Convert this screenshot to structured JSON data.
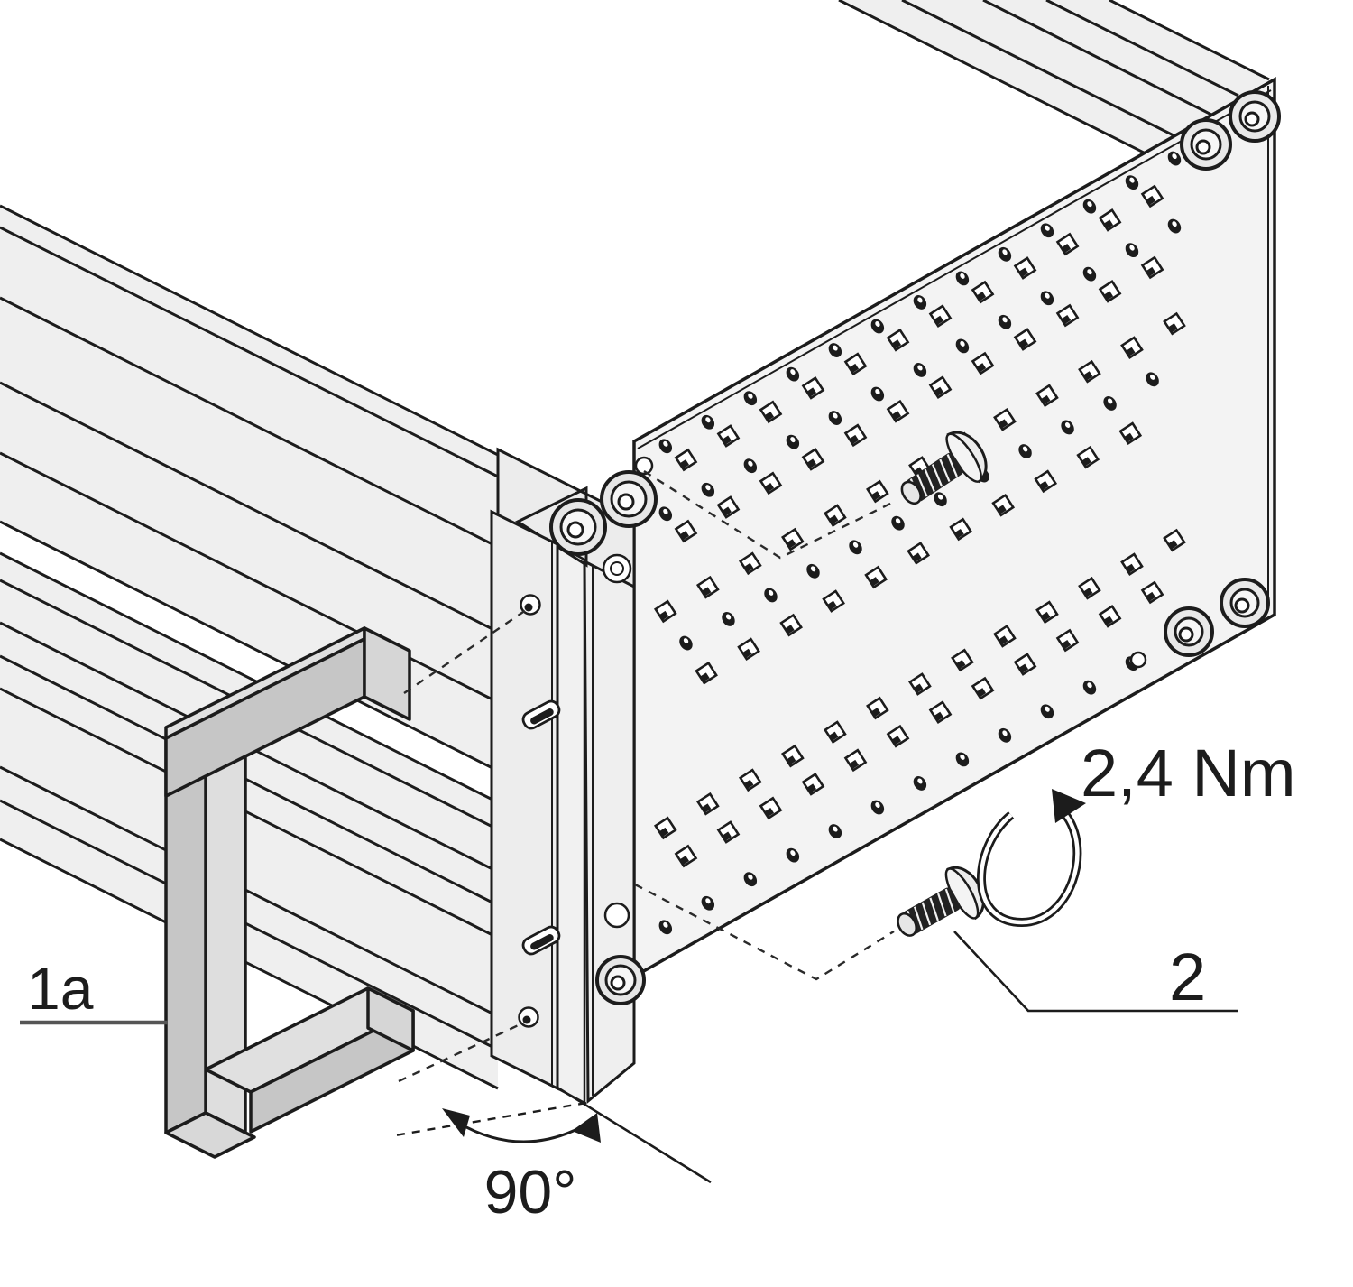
{
  "figure": {
    "type": "technical-assembly-diagram",
    "subject": "subrack-handle-mounting",
    "callouts": {
      "handle_label": "1a",
      "screw_label": "2",
      "torque_label": "2,4 Nm",
      "angle_label": "90°"
    },
    "components": [
      "handle-1a",
      "front-mounting-bracket",
      "chassis-top-rail",
      "chassis-bottom-rail",
      "perforated-side-panel",
      "corner-post-with-bosses",
      "pan-head-screw-upper",
      "pan-head-screw-lower",
      "torque-rotation-arrow",
      "right-angle-dimension"
    ],
    "colors": {
      "line": "#1c1c1c",
      "panel_fill": "#f3f3f3",
      "rail_fill": "#efefef",
      "handle_front": "#c6c6c6",
      "handle_light": "#e0e0e0",
      "screw_body": "#222222",
      "screw_head": "#ededed",
      "leader_gray": "#666666"
    },
    "panel": {
      "hole_spacing": 54,
      "hole_rows": [
        {
          "offset": 25,
          "type": "round",
          "start": 40,
          "count": 13
        },
        {
          "offset": 53,
          "type": "square",
          "start": 66,
          "count": 12
        },
        {
          "offset": 100,
          "type": "round",
          "start": 40,
          "count": 13
        },
        {
          "offset": 132,
          "type": "square",
          "start": 66,
          "count": 12
        },
        {
          "offset": 208,
          "type": "square",
          "start": 40,
          "count": 13
        },
        {
          "offset": 256,
          "type": "round",
          "start": 66,
          "count": 12
        },
        {
          "offset": 302,
          "type": "square",
          "start": 92,
          "count": 11
        },
        {
          "offset": 448,
          "type": "square",
          "start": 40,
          "count": 13
        },
        {
          "offset": 492,
          "type": "square",
          "start": 66,
          "count": 12
        },
        {
          "offset": 558,
          "type": "round",
          "start": 40,
          "count": 13
        }
      ]
    }
  }
}
